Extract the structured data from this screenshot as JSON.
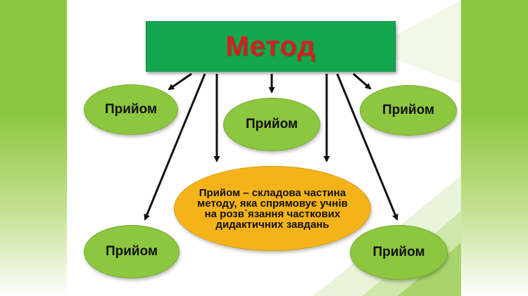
{
  "title": "Метод",
  "techniques": [
    "Прийом",
    "Прийом",
    "Прийом",
    "Прийом",
    "Прийом"
  ],
  "definition": "Прийом – складова частина методу, яка спрямовує учнів на розв`язання часткових дидактичних завдань",
  "colors": {
    "side_band": "#8dc63f",
    "title_fill": "#13a84e",
    "title_text": "#d42020",
    "technique_fill": "#8dc63f",
    "definition_fill": "#f5b31a",
    "arrow": "#111111"
  }
}
